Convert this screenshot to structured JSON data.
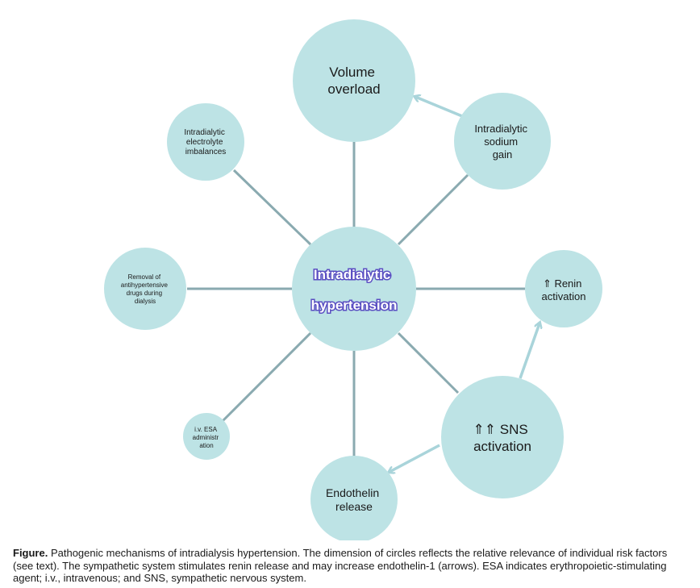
{
  "colors": {
    "circle_fill": "#bde3e5",
    "connector": "#8aaab0",
    "arrow": "#a9d4da",
    "center_text": "#ffffff",
    "center_text_glow": "#5a4ec2"
  },
  "center": {
    "lines": [
      "Intradialytic",
      "hypertension"
    ]
  },
  "nodes": {
    "volume_overload": {
      "lines": [
        "Volume",
        "overload"
      ]
    },
    "sodium_gain": {
      "lines": [
        "Intradialytic",
        "sodium",
        "gain"
      ]
    },
    "electrolyte": {
      "lines": [
        "Intradialytic",
        "electrolyte",
        "imbalances"
      ]
    },
    "renin": {
      "lines": [
        "⇑ Renin",
        "activation"
      ]
    },
    "removal": {
      "lines": [
        "Removal of",
        "antihypertensive",
        "drugs during",
        "dialysis"
      ]
    },
    "sns": {
      "lines": [
        "⇑⇑ SNS",
        "activation"
      ]
    },
    "esa": {
      "lines": [
        "i.v. ESA",
        "administr",
        "ation"
      ]
    },
    "endothelin": {
      "lines": [
        "Endothelin",
        "release"
      ]
    }
  },
  "caption": {
    "label": "Figure.",
    "text": " Pathogenic mechanisms of intradialysis hypertension. The dimension of circles reflects the relative relevance of individual risk factors (see text). The sympathetic system stimulates renin release and may increase endothelin-1 (arrows). ESA indicates erythropoietic-stimulating agent; i.v., intravenous; and SNS, sympathetic nervous system."
  }
}
